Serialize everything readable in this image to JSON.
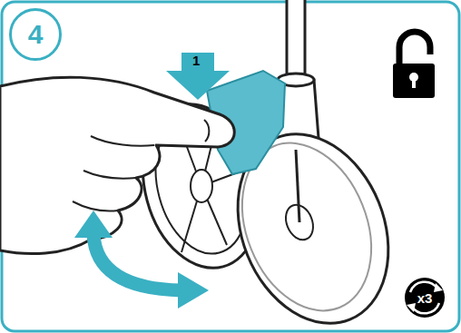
{
  "diagram": {
    "nodes": [
      {
        "text": [
          "4"
        ]
      },
      {
        "text": [
          "x3"
        ]
      }
    ],
    "labels": [
      "1"
    ]
  }
}
